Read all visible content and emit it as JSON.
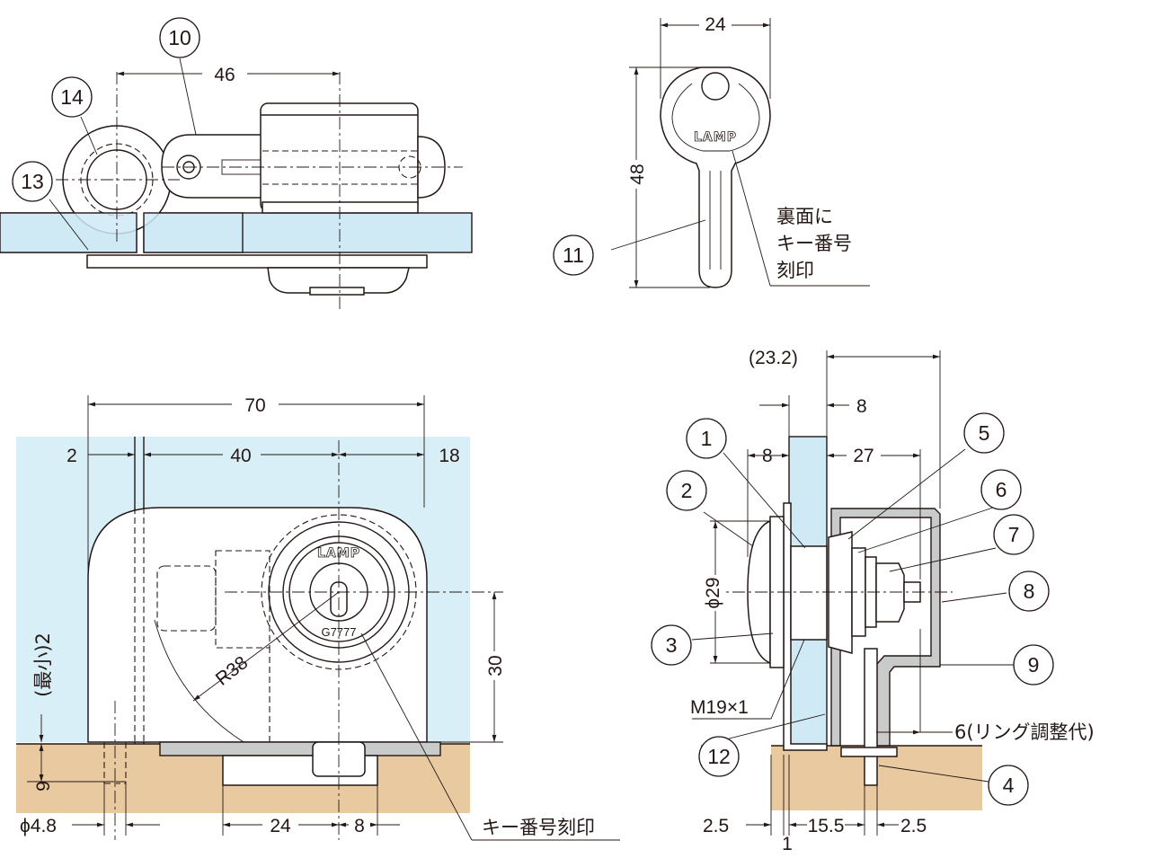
{
  "dimensions": {
    "top_width_46": "46",
    "key_width_24": "24",
    "key_height_48": "48",
    "front_width_70": "70",
    "front_left_2": "2",
    "front_mid_40": "40",
    "front_right_18": "18",
    "front_radius": "R38",
    "front_height_30": "30",
    "front_gap_min": "(最小)2",
    "front_bottom_9": "9",
    "front_hole_dia": "ϕ4.8",
    "front_bottom_24": "24",
    "front_bottom_8": "8",
    "side_total": "(23.2)",
    "side_8_top": "8",
    "side_8_left": "8",
    "side_27": "27",
    "side_dia_29": "ϕ29",
    "side_thread": "M19×1",
    "side_ring": "6(リング調整代)",
    "side_2_5_left": "2.5",
    "side_15_5": "15.5",
    "side_2_5_right": "2.5",
    "side_1": "1"
  },
  "notes": {
    "key_back": "裏面に",
    "key_number": "キー番号",
    "key_stamp": "刻印",
    "key_number_stamp": "キー番号刻印",
    "key_brand": "LAMP",
    "cylinder_brand": "LAMP",
    "cylinder_code": "G7777"
  },
  "bubbles": {
    "b1": "1",
    "b2": "2",
    "b3": "3",
    "b4": "4",
    "b5": "5",
    "b6": "6",
    "b7": "7",
    "b8": "8",
    "b9": "9",
    "b10": "10",
    "b11": "11",
    "b12": "12",
    "b13": "13",
    "b14": "14"
  },
  "colors": {
    "glass": "#cfe9f5",
    "wood": "#e9c9a0",
    "line": "#231815"
  }
}
